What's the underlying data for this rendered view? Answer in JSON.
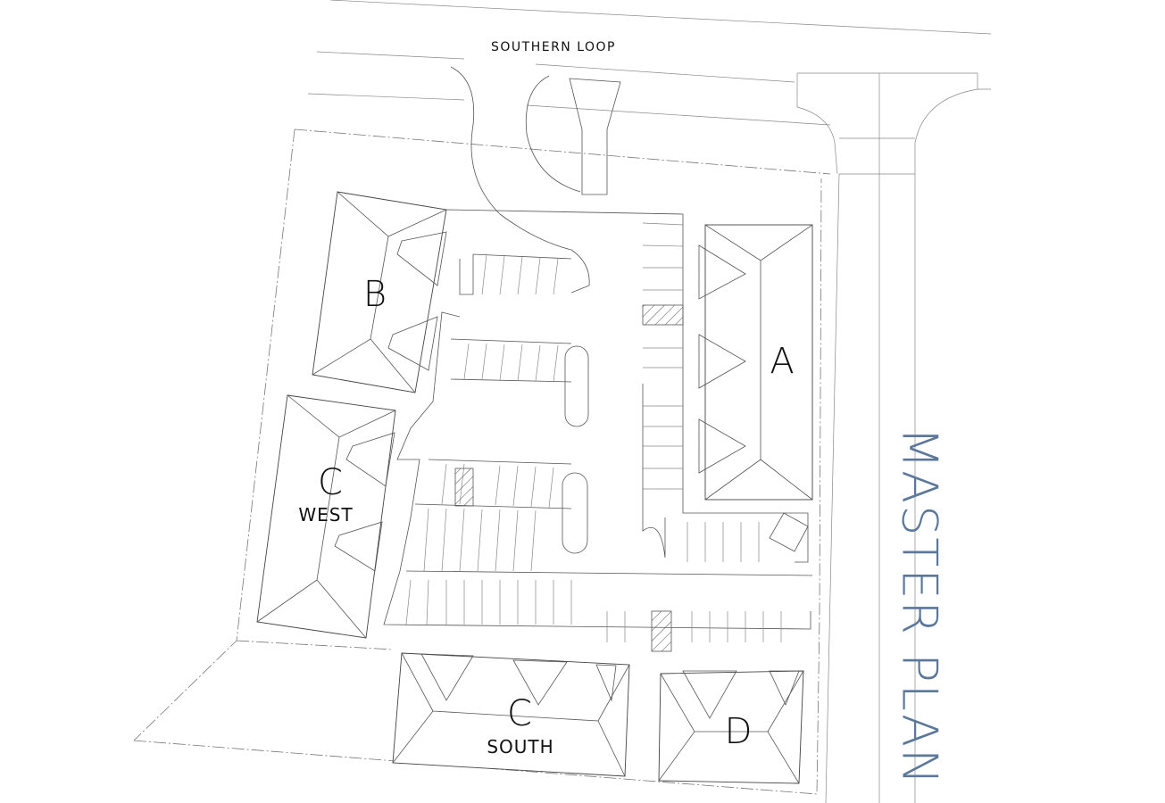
{
  "title": "MASTER PLAN",
  "road_label": "SOUTHERN LOOP",
  "buildings": [
    {
      "id": "A",
      "label": "A",
      "sublabel": ""
    },
    {
      "id": "B",
      "label": "B",
      "sublabel": ""
    },
    {
      "id": "C-west",
      "label": "C",
      "sublabel": "WEST"
    },
    {
      "id": "C-south",
      "label": "C",
      "sublabel": "SOUTH"
    },
    {
      "id": "D",
      "label": "D",
      "sublabel": ""
    }
  ],
  "colors": {
    "title": "#5b7799",
    "linework": "#555555"
  }
}
